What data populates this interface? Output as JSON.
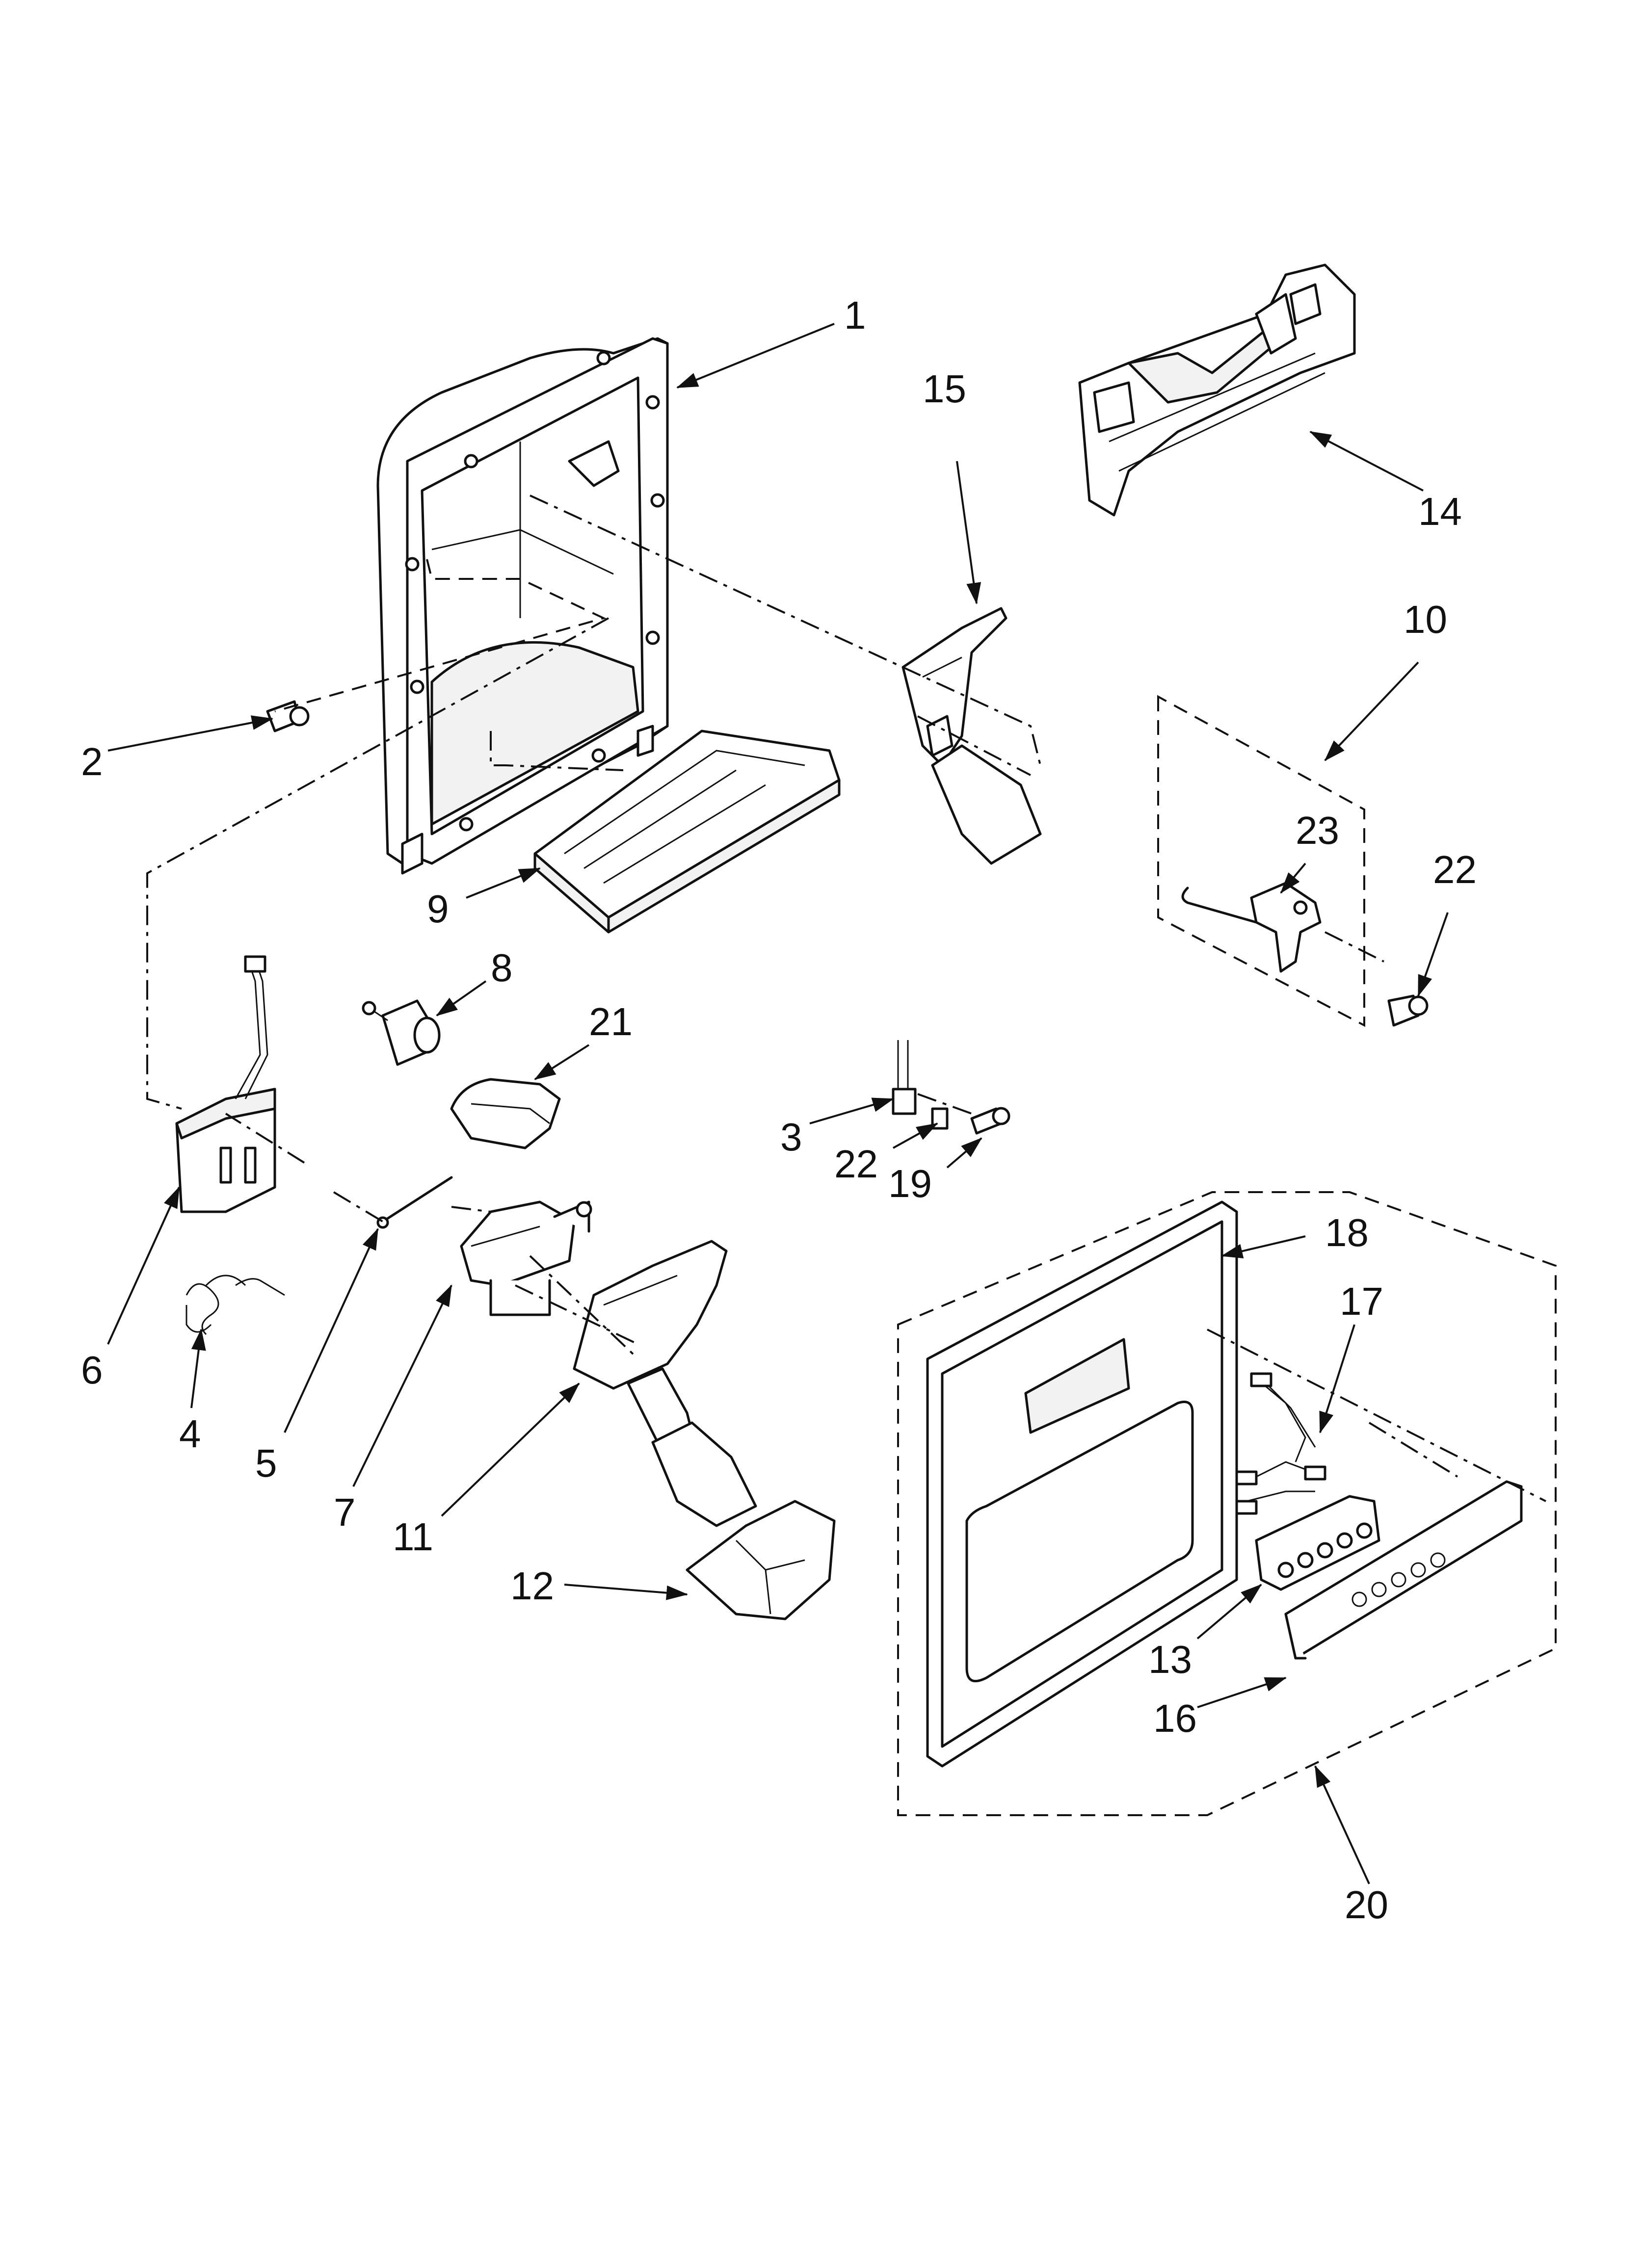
{
  "callouts": [
    {
      "id": "c1",
      "label": "1"
    },
    {
      "id": "c2",
      "label": "2"
    },
    {
      "id": "c3",
      "label": "3"
    },
    {
      "id": "c4",
      "label": "4"
    },
    {
      "id": "c5",
      "label": "5"
    },
    {
      "id": "c6",
      "label": "6"
    },
    {
      "id": "c7",
      "label": "7"
    },
    {
      "id": "c8",
      "label": "8"
    },
    {
      "id": "c9",
      "label": "9"
    },
    {
      "id": "c10",
      "label": "10"
    },
    {
      "id": "c11",
      "label": "11"
    },
    {
      "id": "c12",
      "label": "12"
    },
    {
      "id": "c13",
      "label": "13"
    },
    {
      "id": "c14",
      "label": "14"
    },
    {
      "id": "c15",
      "label": "15"
    },
    {
      "id": "c16",
      "label": "16"
    },
    {
      "id": "c17",
      "label": "17"
    },
    {
      "id": "c18",
      "label": "18"
    },
    {
      "id": "c19",
      "label": "19"
    },
    {
      "id": "c20",
      "label": "20"
    },
    {
      "id": "c21",
      "label": "21"
    },
    {
      "id": "c22a",
      "label": "22"
    },
    {
      "id": "c22b",
      "label": "22"
    },
    {
      "id": "c23",
      "label": "23"
    }
  ]
}
